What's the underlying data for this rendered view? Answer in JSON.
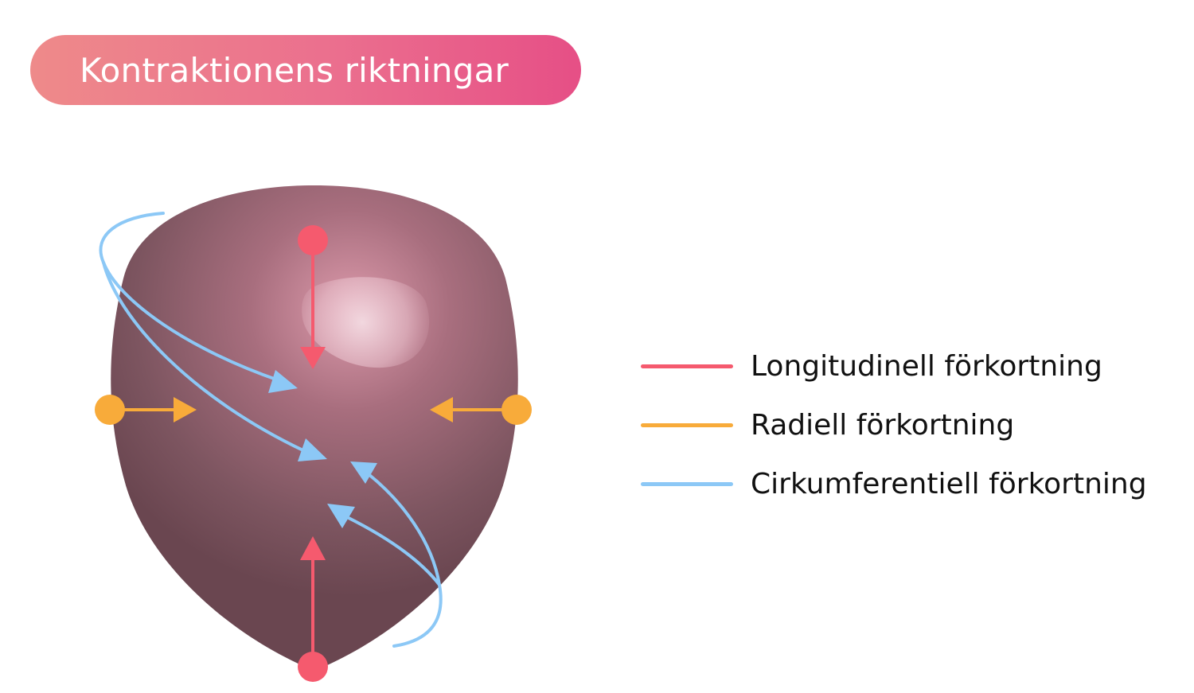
{
  "title": "Kontraktionens riktningar",
  "colors": {
    "longitudinal": "#f55a6e",
    "radial": "#f8ab3a",
    "circumferential": "#8cc8f6",
    "heart_dark": "#6b4750",
    "heart_light": "#d48c9e"
  },
  "legend": [
    {
      "label": "Longitudinell förkortning",
      "color_key": "longitudinal"
    },
    {
      "label": "Radiell förkortning",
      "color_key": "radial"
    },
    {
      "label": "Cirkumferentiell förkortning",
      "color_key": "circumferential"
    }
  ]
}
